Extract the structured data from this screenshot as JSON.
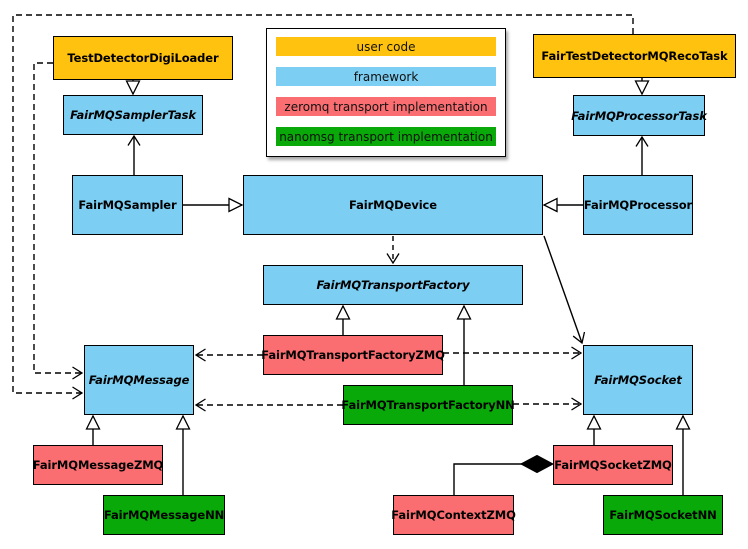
{
  "colors": {
    "user_code": "#FFC20E",
    "framework": "#7CCEF2",
    "zeromq": "#FA6E72",
    "nanomsg": "#08A908",
    "line": "#000000",
    "legend_background": "#FFFFFF"
  },
  "legend": {
    "items": [
      {
        "label": "user code",
        "category": "user_code"
      },
      {
        "label": "framework",
        "category": "framework"
      },
      {
        "label": "zeromq transport implementation",
        "category": "zeromq"
      },
      {
        "label": "nanomsg transport implementation",
        "category": "nanomsg"
      }
    ]
  },
  "nodes": {
    "test_detector_digi_loader": {
      "label": "TestDetectorDigiLoader",
      "category": "user_code",
      "abstract": false
    },
    "fairmq_sampler_task": {
      "label": "FairMQSamplerTask",
      "category": "framework",
      "abstract": true
    },
    "fairmq_sampler": {
      "label": "FairMQSampler",
      "category": "framework",
      "abstract": false
    },
    "fairmq_device": {
      "label": "FairMQDevice",
      "category": "framework",
      "abstract": false
    },
    "fair_test_detector_mq_reco_task": {
      "label": "FairTestDetectorMQRecoTask",
      "category": "user_code",
      "abstract": false
    },
    "fairmq_processor_task": {
      "label": "FairMQProcessorTask",
      "category": "framework",
      "abstract": true
    },
    "fairmq_processor": {
      "label": "FairMQProcessor",
      "category": "framework",
      "abstract": false
    },
    "fairmq_transport_factory": {
      "label": "FairMQTransportFactory",
      "category": "framework",
      "abstract": true
    },
    "fairmq_transport_factory_zmq": {
      "label": "FairMQTransportFactoryZMQ",
      "category": "zeromq",
      "abstract": false
    },
    "fairmq_transport_factory_nn": {
      "label": "FairMQTransportFactoryNN",
      "category": "nanomsg",
      "abstract": false
    },
    "fairmq_message": {
      "label": "FairMQMessage",
      "category": "framework",
      "abstract": true
    },
    "fairmq_socket": {
      "label": "FairMQSocket",
      "category": "framework",
      "abstract": true
    },
    "fairmq_message_zmq": {
      "label": "FairMQMessageZMQ",
      "category": "zeromq",
      "abstract": false
    },
    "fairmq_message_nn": {
      "label": "FairMQMessageNN",
      "category": "nanomsg",
      "abstract": false
    },
    "fairmq_context_zmq": {
      "label": "FairMQContextZMQ",
      "category": "zeromq",
      "abstract": false
    },
    "fairmq_socket_zmq": {
      "label": "FairMQSocketZMQ",
      "category": "zeromq",
      "abstract": false
    },
    "fairmq_socket_nn": {
      "label": "FairMQSocketNN",
      "category": "nanomsg",
      "abstract": false
    }
  },
  "edges": [
    {
      "from": "TestDetectorDigiLoader",
      "to": "FairMQSamplerTask",
      "type": "inheritance",
      "line": "solid"
    },
    {
      "from": "FairMQSampler",
      "to": "FairMQSamplerTask",
      "type": "association",
      "line": "solid"
    },
    {
      "from": "FairTestDetectorMQRecoTask",
      "to": "FairMQProcessorTask",
      "type": "inheritance",
      "line": "solid"
    },
    {
      "from": "FairMQProcessor",
      "to": "FairMQProcessorTask",
      "type": "association",
      "line": "solid"
    },
    {
      "from": "FairMQSampler",
      "to": "FairMQDevice",
      "type": "inheritance",
      "line": "solid"
    },
    {
      "from": "FairMQProcessor",
      "to": "FairMQDevice",
      "type": "inheritance",
      "line": "solid"
    },
    {
      "from": "FairMQDevice",
      "to": "FairMQTransportFactory",
      "type": "dependency",
      "line": "dashed"
    },
    {
      "from": "FairMQDevice",
      "to": "FairMQSocket",
      "type": "association",
      "line": "solid"
    },
    {
      "from": "FairMQTransportFactoryZMQ",
      "to": "FairMQTransportFactory",
      "type": "inheritance",
      "line": "solid"
    },
    {
      "from": "FairMQTransportFactoryNN",
      "to": "FairMQTransportFactory",
      "type": "inheritance",
      "line": "solid"
    },
    {
      "from": "FairMQTransportFactoryZMQ",
      "to": "FairMQMessage",
      "type": "dependency",
      "line": "dashed"
    },
    {
      "from": "FairMQTransportFactoryZMQ",
      "to": "FairMQSocket",
      "type": "dependency",
      "line": "dashed"
    },
    {
      "from": "FairMQTransportFactoryNN",
      "to": "FairMQMessage",
      "type": "dependency",
      "line": "dashed"
    },
    {
      "from": "FairMQTransportFactoryNN",
      "to": "FairMQSocket",
      "type": "dependency",
      "line": "dashed"
    },
    {
      "from": "TestDetectorDigiLoader",
      "to": "FairMQMessage",
      "type": "dependency",
      "line": "dashed"
    },
    {
      "from": "FairTestDetectorMQRecoTask",
      "to": "FairMQMessage",
      "type": "dependency",
      "line": "dashed"
    },
    {
      "from": "FairMQMessageZMQ",
      "to": "FairMQMessage",
      "type": "inheritance",
      "line": "solid"
    },
    {
      "from": "FairMQMessageNN",
      "to": "FairMQMessage",
      "type": "inheritance",
      "line": "solid"
    },
    {
      "from": "FairMQSocketZMQ",
      "to": "FairMQSocket",
      "type": "inheritance",
      "line": "solid"
    },
    {
      "from": "FairMQSocketNN",
      "to": "FairMQSocket",
      "type": "inheritance",
      "line": "solid"
    },
    {
      "from": "FairMQContextZMQ",
      "to": "FairMQSocketZMQ",
      "type": "composition",
      "line": "solid"
    }
  ]
}
